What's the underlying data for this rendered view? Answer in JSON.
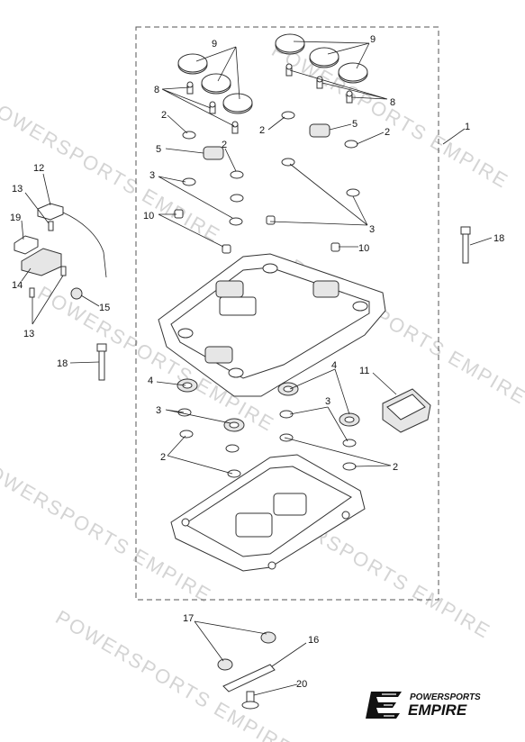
{
  "watermark": "POWERSPORTS EMPIRE",
  "brand": {
    "line1": "POWERSPORTS",
    "line2": "EMPIRE"
  },
  "callouts": [
    "1",
    "2",
    "3",
    "4",
    "5",
    "8",
    "9",
    "10",
    "11",
    "12",
    "13",
    "14",
    "15",
    "16",
    "17",
    "18",
    "19",
    "20"
  ]
}
